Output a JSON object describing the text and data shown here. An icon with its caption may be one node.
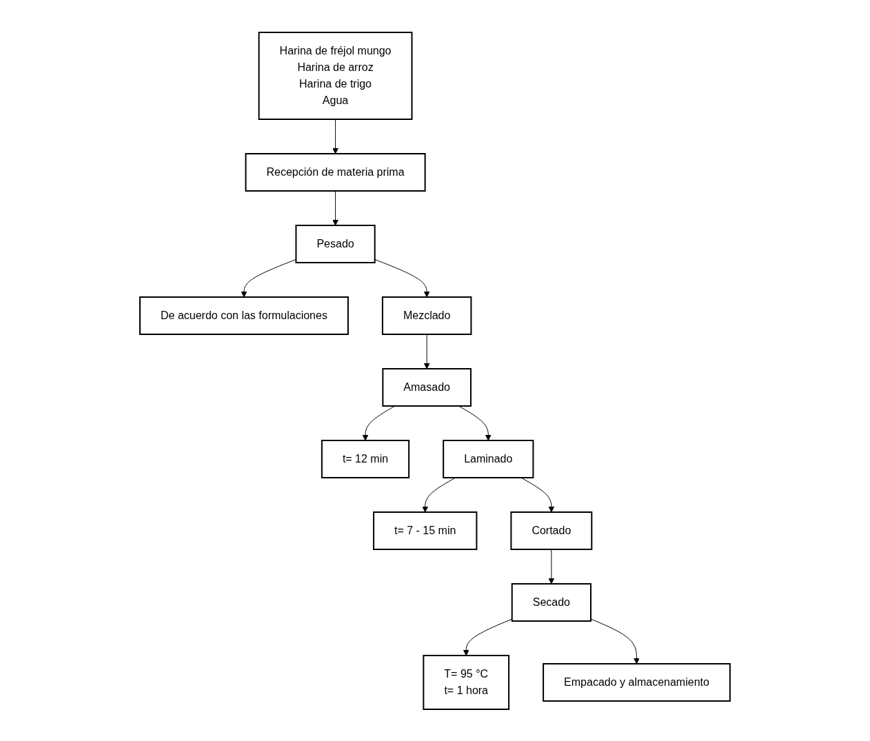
{
  "diagram": {
    "nodes": [
      {
        "text": [
          "Harina de fréjol mungo",
          "Harina de arroz",
          "Harina de trigo",
          "Agua"
        ]
      },
      {
        "text": [
          "Recepción de materia prima"
        ]
      },
      {
        "text": [
          "Pesado"
        ]
      },
      {
        "text": [
          "De acuerdo con las formulaciones"
        ]
      },
      {
        "text": [
          "Mezclado"
        ]
      },
      {
        "text": [
          "Amasado"
        ]
      },
      {
        "text": [
          "t= 12 min"
        ]
      },
      {
        "text": [
          "Laminado"
        ]
      },
      {
        "text": [
          "t= 7 - 15 min"
        ]
      },
      {
        "text": [
          "Cortado"
        ]
      },
      {
        "text": [
          "Secado"
        ]
      },
      {
        "text": [
          "T= 95 °C",
          "t= 1 hora"
        ]
      },
      {
        "text": [
          "Empacado y almacenamiento"
        ]
      }
    ],
    "edges": [
      {
        "from": 0,
        "to": 1,
        "arrow": "to"
      },
      {
        "from": 1,
        "to": 2,
        "arrow": "to"
      },
      {
        "from": 2,
        "to": 3,
        "arrow": "to"
      },
      {
        "from": 2,
        "to": 4,
        "arrow": "to"
      },
      {
        "from": 4,
        "to": 5,
        "arrow": "to"
      },
      {
        "from": 5,
        "to": 6,
        "arrow": "to"
      },
      {
        "from": 5,
        "to": 7,
        "arrow": "to"
      },
      {
        "from": 7,
        "to": 8,
        "arrow": "to"
      },
      {
        "from": 7,
        "to": 9,
        "arrow": "to"
      },
      {
        "from": 9,
        "to": 10,
        "arrow": "to"
      },
      {
        "from": 10,
        "to": 11,
        "arrow": "to"
      },
      {
        "from": 10,
        "to": 12,
        "arrow": "to"
      }
    ]
  }
}
